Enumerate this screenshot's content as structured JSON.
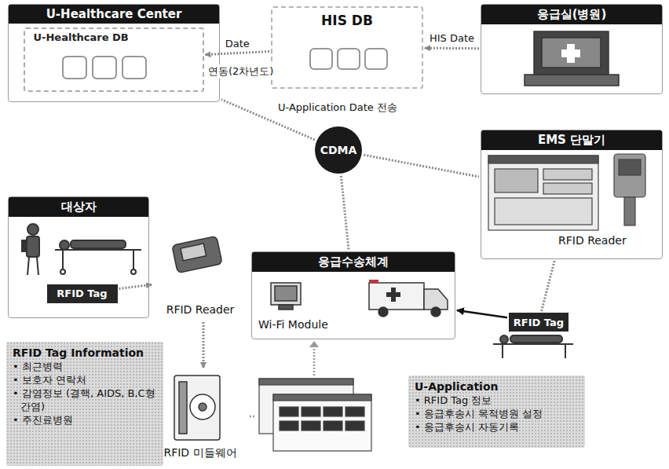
{
  "diagram": {
    "nodes": [
      {
        "text": [
          "U-Healthcare Center"
        ]
      },
      {
        "text": [
          "U-Healthcare DB"
        ],
        "in": 0
      },
      {
        "text": [
          "HIS DB"
        ]
      },
      {
        "text": [
          "응급실(병원)"
        ]
      },
      {
        "text": [
          "CDMA"
        ]
      },
      {
        "text": [
          "EMS 단말기",
          "RFID Reader"
        ]
      },
      {
        "text": [
          "대상자"
        ]
      },
      {
        "text": [
          "RFID Tag"
        ],
        "in": 6
      },
      {
        "text": [
          "RFID Reader"
        ]
      },
      {
        "text": [
          "응급수송체계",
          "Wi-Fi Module"
        ]
      },
      {
        "text": [
          "RFID Tag"
        ]
      },
      {
        "text": [
          "RFID Tag Information",
          "• 최근병력",
          "• 보호자 연락처",
          "• 감염정보 (결핵, AIDS, B,C형 간염)",
          "• 주진료병원"
        ]
      },
      {
        "text": [
          "RFID 미들웨어"
        ]
      },
      {
        "text": [
          "U-Application",
          "• RFID Tag 정보",
          "• 응급후송시 목적병원 설정",
          "• 응급후송시 자동기록"
        ]
      }
    ],
    "edges": [
      {
        "from": 2,
        "to": 1,
        "label": "Date",
        "arrow": "to"
      },
      {
        "from": 3,
        "to": 2,
        "label": "HIS Date",
        "arrow": "to"
      },
      {
        "from": 4,
        "to": 0,
        "arrow": "none"
      },
      {
        "from": 4,
        "to": 5,
        "arrow": "none"
      },
      {
        "from": 4,
        "to": 9,
        "arrow": "none"
      },
      {
        "from": 7,
        "to": 8,
        "arrow": "to"
      },
      {
        "from": 8,
        "to": 12,
        "arrow": "to"
      },
      {
        "from": 10,
        "to": 9,
        "arrow": "to"
      },
      {
        "from": 10,
        "to": 5,
        "arrow": "none"
      }
    ],
    "labels": [
      "연동(2차년도)",
      "U-Application Date 전송"
    ]
  }
}
